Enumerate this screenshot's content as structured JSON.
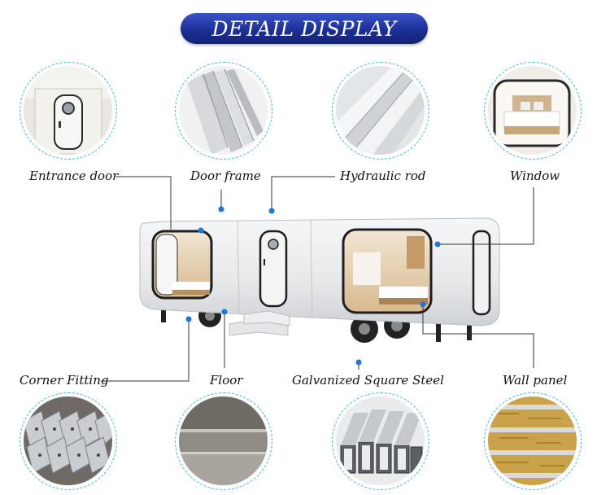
{
  "header": {
    "title": "DETAIL DISPLAY"
  },
  "labels": {
    "entrance_door": "Entrance door",
    "door_frame": "Door frame",
    "hydraulic_rod": "Hydraulic rod",
    "window": "Window",
    "corner_fitting": "Corner Fitting",
    "floor": "Floor",
    "galvanized_steel": "Galvanized Square Steel",
    "wall_panel": "Wall panel"
  }
}
